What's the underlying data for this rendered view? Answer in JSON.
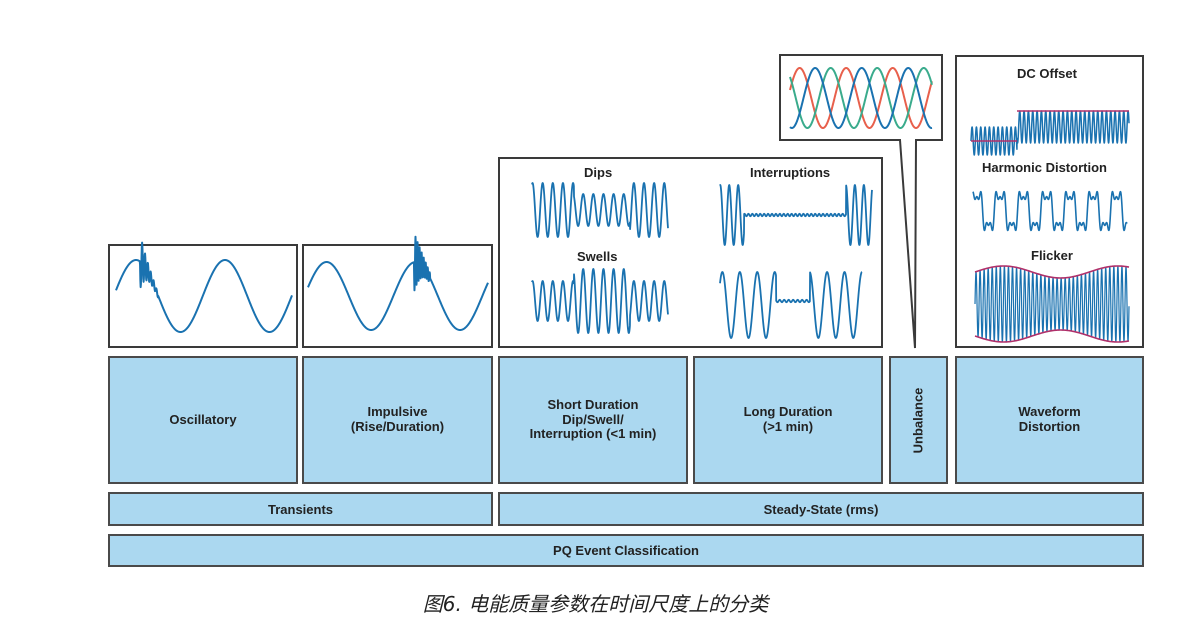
{
  "categories": {
    "oscillatory": "Oscillatory",
    "impulsive": "Impulsive\n(Rise/Duration)",
    "short_duration": "Short Duration\nDip/Swell/\nInterruption (<1 min)",
    "long_duration": "Long Duration\n(>1 min)",
    "unbalance": "Unbalance",
    "waveform_distortion": "Waveform\nDistortion"
  },
  "groups": {
    "transients": "Transients",
    "steady_state": "Steady-State (rms)"
  },
  "root": "PQ Event Classification",
  "panel_labels": {
    "dips": "Dips",
    "interruptions": "Interruptions",
    "swells": "Swells",
    "dc_offset": "DC Offset",
    "harmonic_distortion": "Harmonic Distortion",
    "flicker": "Flicker"
  },
  "caption": "图6. 电能质量参数在时间尺度上的分类",
  "colors": {
    "wave": "#1a72b0",
    "category_fill": "#abd8f0",
    "phase_red": "#e8604c",
    "phase_green": "#3aab8c",
    "phase_blue": "#1a72b0",
    "envelope": "#b0306a"
  }
}
